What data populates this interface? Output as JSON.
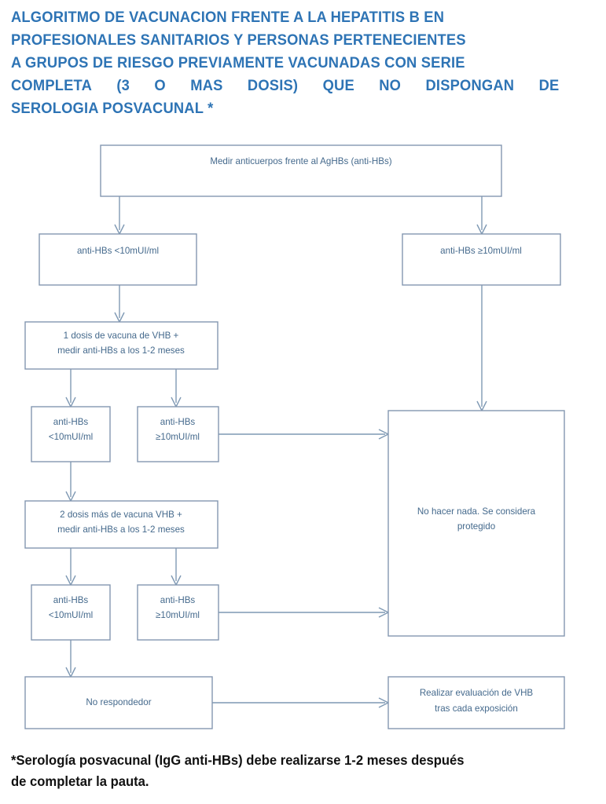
{
  "document": {
    "title_lines": [
      "ALGORITMO DE VACUNACION FRENTE A LA HEPATITIS B EN",
      "PROFESIONALES SANITARIOS Y PERSONAS PERTENECIENTES",
      "A GRUPOS DE RIESGO PREVIAMENTE VACUNADAS CON SERIE",
      "COMPLETA (3 O MAS DOSIS) QUE NO DISPONGAN DE",
      "SEROLOGIA POSVACUNAL *"
    ],
    "title_line4_words": [
      "COMPLETA",
      "(3",
      "O",
      "MAS",
      "DOSIS)",
      "QUE",
      "NO",
      "DISPONGAN",
      "DE"
    ],
    "footnote_lines": [
      "*Serología posvacunal (IgG anti-HBs) debe realizarse 1-2 meses después",
      "de completar la pauta."
    ],
    "colors": {
      "title": "#2e74b5",
      "box_border": "#8497b0",
      "box_text": "#44698c",
      "connector": "#7f99b4",
      "footnote": "#111111",
      "background": "#ffffff"
    }
  },
  "chart_data": {
    "type": "diagram",
    "title": "Algoritmo de vacunación frente a la hepatitis B",
    "nodes": [
      {
        "id": "measure",
        "label": "Medir anticuerpos frente al AgHBs (anti-HBs)",
        "lines": [
          "Medir anticuerpos frente al AgHBs (anti-HBs)"
        ]
      },
      {
        "id": "low1",
        "label": "anti-HBs <10mUI/ml",
        "lines": [
          "anti-HBs <10mUI/ml"
        ]
      },
      {
        "id": "high1",
        "label": "anti-HBs ≥10mUI/ml",
        "lines": [
          "anti-HBs ≥10mUI/ml"
        ]
      },
      {
        "id": "dose1",
        "label": "1 dosis de vacuna de VHB + medir anti-HBs a los 1-2 meses",
        "lines": [
          "1 dosis de vacuna de VHB +",
          "medir anti-HBs a los 1-2 meses"
        ]
      },
      {
        "id": "low2",
        "label": "anti-HBs <10mUI/ml",
        "lines": [
          "anti-HBs",
          "<10mUI/ml"
        ]
      },
      {
        "id": "high2",
        "label": "anti-HBs ≥10mUI/ml",
        "lines": [
          "anti-HBs",
          "≥10mUI/ml"
        ]
      },
      {
        "id": "dose2",
        "label": "2 dosis más de vacuna VHB + medir anti-HBs a los 1-2 meses",
        "lines": [
          "2 dosis más de vacuna VHB +",
          "medir anti-HBs a los 1-2 meses"
        ]
      },
      {
        "id": "low3",
        "label": "anti-HBs <10mUI/ml",
        "lines": [
          "anti-HBs",
          "<10mUI/ml"
        ]
      },
      {
        "id": "high3",
        "label": "anti-HBs ≥10mUI/ml",
        "lines": [
          "anti-HBs",
          "≥10mUI/ml"
        ]
      },
      {
        "id": "protected",
        "label": "No hacer nada. Se considera protegido",
        "lines": [
          "No hacer nada. Se considera",
          "protegido"
        ]
      },
      {
        "id": "nonresponder",
        "label": "No respondedor",
        "lines": [
          "No respondedor"
        ]
      },
      {
        "id": "evaluate",
        "label": "Realizar evaluación de VHB tras cada exposición",
        "lines": [
          "Realizar  evaluación de VHB",
          "tras cada exposición"
        ]
      }
    ],
    "edges": [
      {
        "from": "measure",
        "to": "low1"
      },
      {
        "from": "measure",
        "to": "high1"
      },
      {
        "from": "low1",
        "to": "dose1"
      },
      {
        "from": "high1",
        "to": "protected"
      },
      {
        "from": "dose1",
        "to": "low2"
      },
      {
        "from": "dose1",
        "to": "high2"
      },
      {
        "from": "high2",
        "to": "protected"
      },
      {
        "from": "low2",
        "to": "dose2"
      },
      {
        "from": "dose2",
        "to": "low3"
      },
      {
        "from": "dose2",
        "to": "high3"
      },
      {
        "from": "high3",
        "to": "protected"
      },
      {
        "from": "low3",
        "to": "nonresponder"
      },
      {
        "from": "nonresponder",
        "to": "evaluate"
      }
    ]
  }
}
